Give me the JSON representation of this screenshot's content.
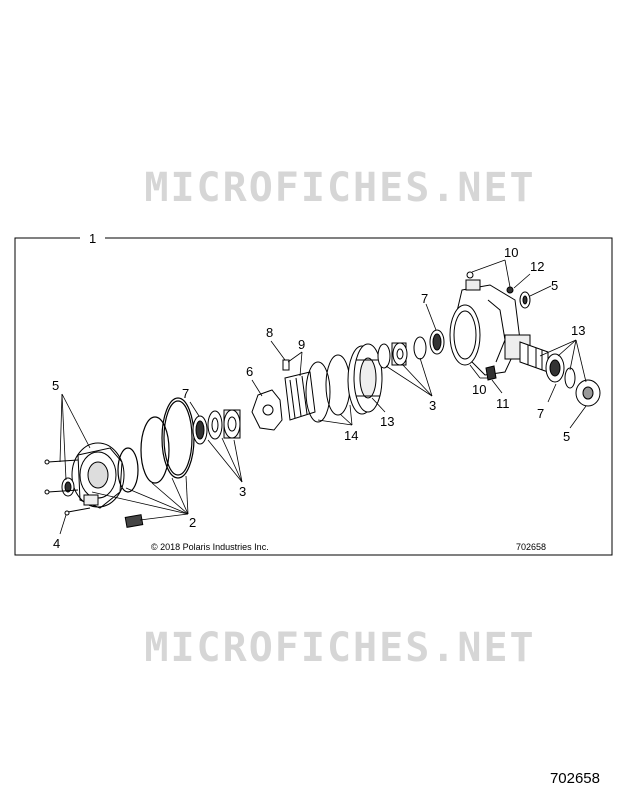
{
  "watermark": "MICROFICHES.NET",
  "copyright": "© 2018 Polaris Industries Inc.",
  "diagram_number": "702658",
  "page_number": "702658",
  "callouts": {
    "c1": "1",
    "c2": "2",
    "c3a": "3",
    "c3b": "3",
    "c4": "4",
    "c5a": "5",
    "c5b": "5",
    "c5c": "5",
    "c6": "6",
    "c7a": "7",
    "c7b": "7",
    "c7c": "7",
    "c8": "8",
    "c9": "9",
    "c10a": "10",
    "c10b": "10",
    "c11": "11",
    "c12": "12",
    "c13a": "13",
    "c13b": "13",
    "c14": "14"
  },
  "colors": {
    "line": "#000000",
    "watermark": "#d2d2d2"
  }
}
